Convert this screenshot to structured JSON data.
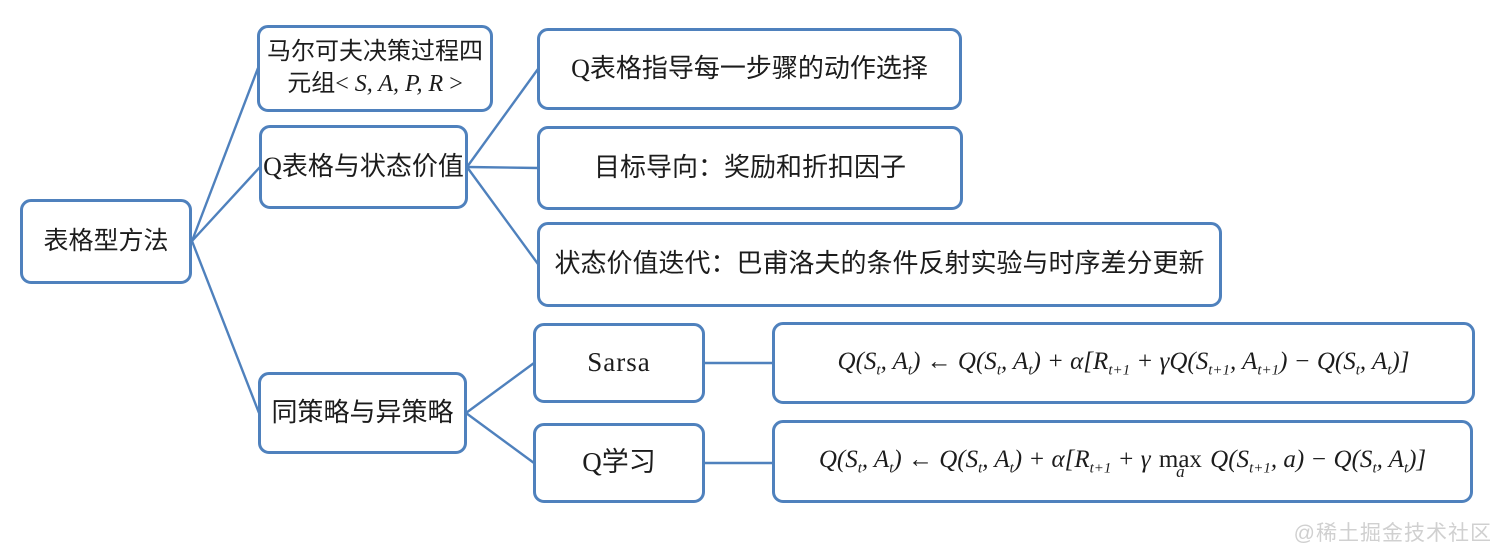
{
  "colors": {
    "accent": "#4f81bd",
    "text": "#1c1c1c",
    "watermark_gray": "#d0d0d0"
  },
  "watermark": "@稀土掘金技术社区",
  "diagram": {
    "root": {
      "label": "表格型方法"
    },
    "mdp": {
      "line1": "马尔可夫决策过程四",
      "line2_tokens": [
        {
          "v": "元组",
          "s": "up"
        },
        {
          "v": "< ",
          "s": "up"
        },
        {
          "v": "S, A, P, R"
        },
        {
          "v": " >",
          "s": "up"
        }
      ]
    },
    "qtable": {
      "label": "Q表格与状态价值"
    },
    "policy": {
      "label": "同策略与异策略"
    },
    "action_selection": {
      "label": "Q表格指导每一步骤的动作选择"
    },
    "goal_oriented": {
      "label": "目标导向：奖励和折扣因子"
    },
    "value_iteration": {
      "label": "状态价值迭代：巴甫洛夫的条件反射实验与时序差分更新"
    },
    "sarsa": {
      "label": "Sarsa",
      "formula_tokens": [
        {
          "v": "Q(S"
        },
        {
          "v": "t",
          "s": "sub"
        },
        {
          "v": ", A"
        },
        {
          "v": "t",
          "s": "sub"
        },
        {
          "v": ") ← Q(S"
        },
        {
          "v": "t",
          "s": "sub"
        },
        {
          "v": ", A"
        },
        {
          "v": "t",
          "s": "sub"
        },
        {
          "v": ") + α[R"
        },
        {
          "v": "t+1",
          "s": "sub"
        },
        {
          "v": " + γQ(S"
        },
        {
          "v": "t+1",
          "s": "sub"
        },
        {
          "v": ", A"
        },
        {
          "v": "t+1",
          "s": "sub"
        },
        {
          "v": ") − Q(S"
        },
        {
          "v": "t",
          "s": "sub"
        },
        {
          "v": ", A"
        },
        {
          "v": "t",
          "s": "sub"
        },
        {
          "v": ")]"
        }
      ]
    },
    "qlearning": {
      "label": "Q学习",
      "formula_tokens": [
        {
          "v": "Q(S"
        },
        {
          "v": "t",
          "s": "sub"
        },
        {
          "v": ", A"
        },
        {
          "v": "t",
          "s": "sub"
        },
        {
          "v": ") ← Q(S"
        },
        {
          "v": "t",
          "s": "sub"
        },
        {
          "v": ", A"
        },
        {
          "v": "t",
          "s": "sub"
        },
        {
          "v": ") + α[R"
        },
        {
          "v": "t+1",
          "s": "sub"
        },
        {
          "v": " + γ "
        },
        {
          "v": "max",
          "s": "max",
          "u": "a"
        },
        {
          "v": " Q(S"
        },
        {
          "v": "t+1",
          "s": "sub"
        },
        {
          "v": ", a) − Q(S"
        },
        {
          "v": "t",
          "s": "sub"
        },
        {
          "v": ", A"
        },
        {
          "v": "t",
          "s": "sub"
        },
        {
          "v": ")]"
        }
      ]
    }
  }
}
